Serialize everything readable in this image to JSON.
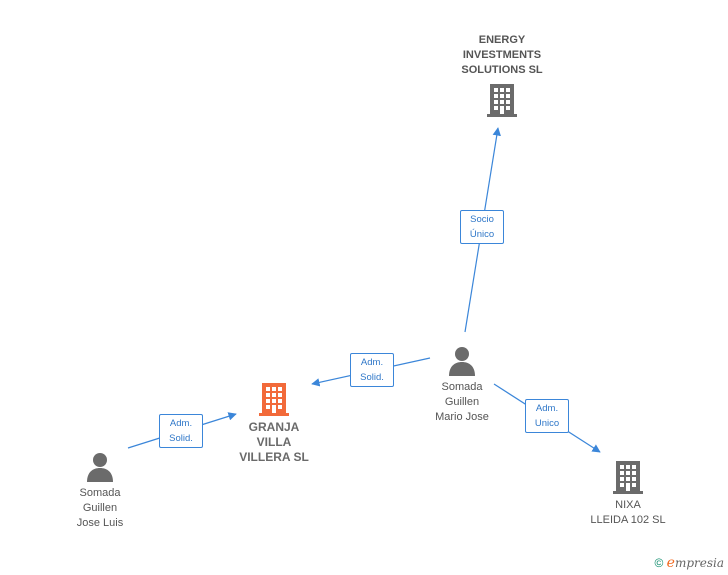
{
  "nodes": {
    "energy": {
      "label": "ENERGY\nINVESTMENTS\nSOLUTIONS SL"
    },
    "granja": {
      "label": "GRANJA\nVILLA\nVILLERA  SL"
    },
    "mario": {
      "label": "Somada\nGuillen\nMario Jose"
    },
    "joseluis": {
      "label": "Somada\nGuillen\nJose Luis"
    },
    "nixa": {
      "label": "NIXA\nLLEIDA 102 SL"
    }
  },
  "edges": {
    "mario_energy": "Socio\nÚnico",
    "mario_granja": "Adm.\nSolid.",
    "joseluis_granja": "Adm.\nSolid.",
    "mario_nixa": "Adm.\nUnico"
  },
  "colors": {
    "edge": "#3b86d9",
    "main_company": "#f26a3a",
    "company": "#6b6b6b",
    "person": "#6b6b6b"
  },
  "footer": {
    "copyright": "©",
    "brand_e": "e",
    "brand_rest": "mpresia"
  }
}
